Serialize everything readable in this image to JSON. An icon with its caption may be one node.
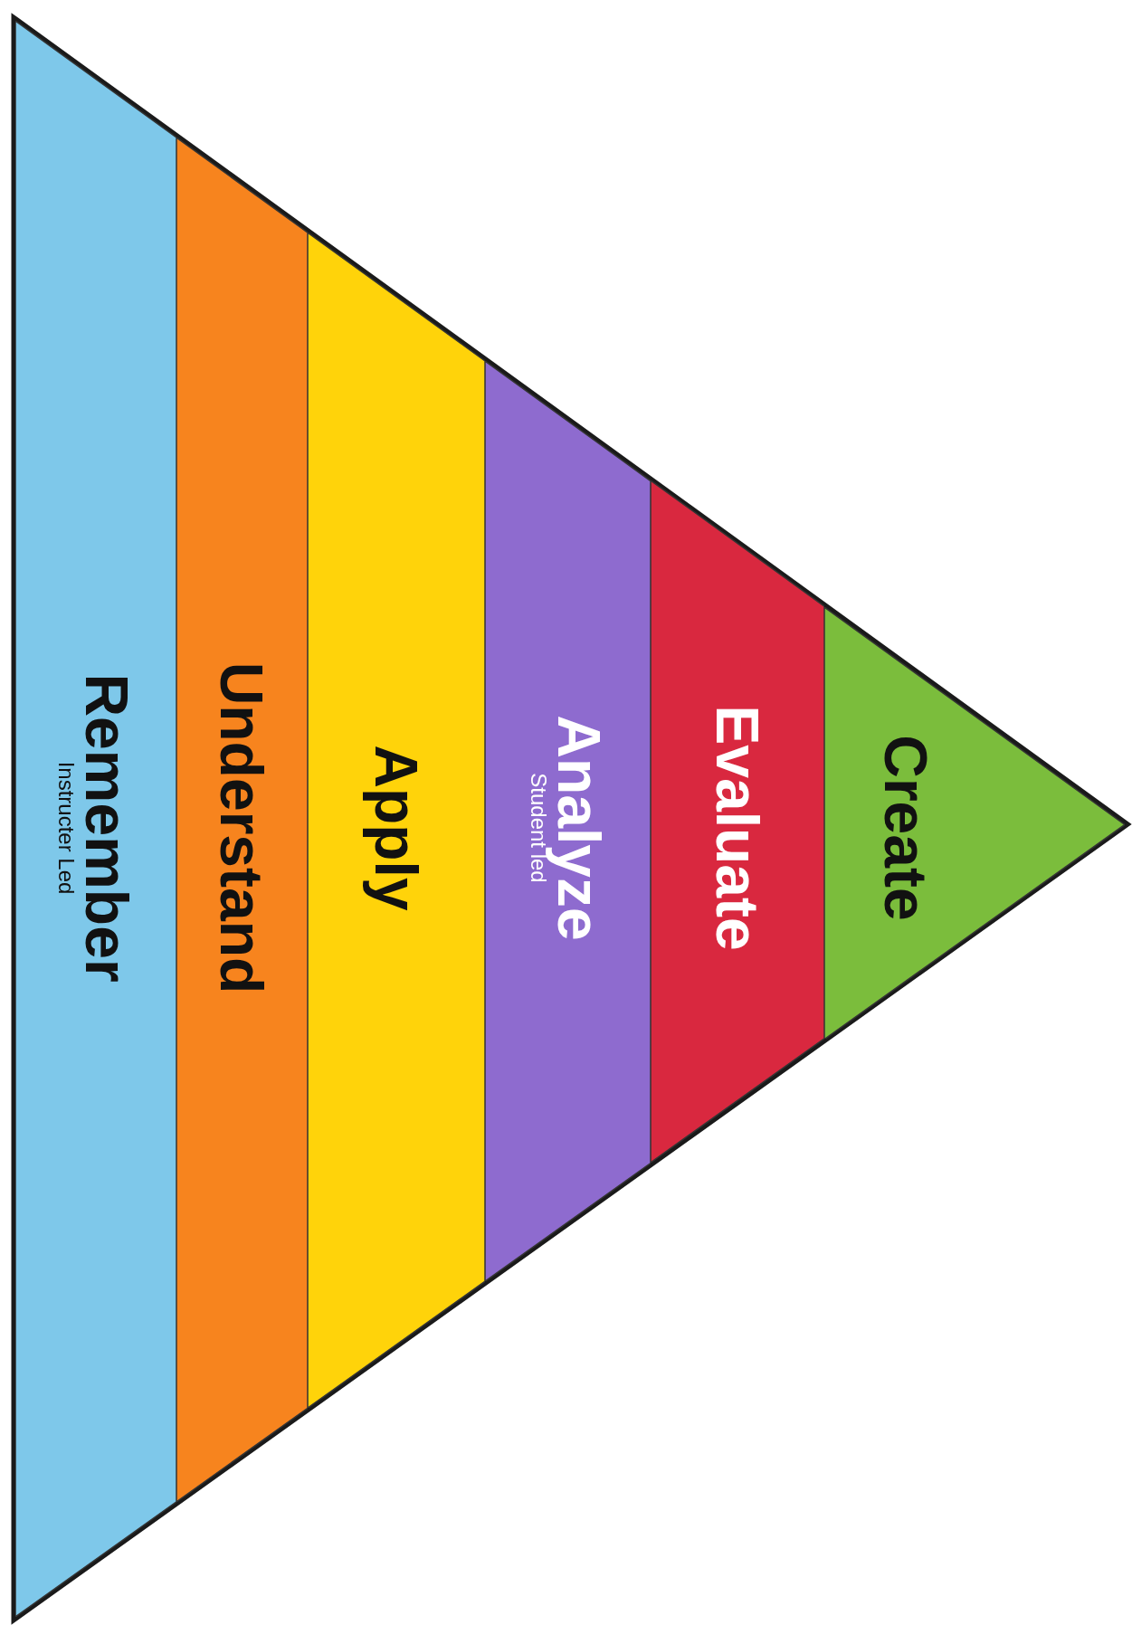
{
  "diagram": {
    "nodes": [
      {
        "text": [
          "Remember",
          "Instructer Led"
        ]
      },
      {
        "text": [
          "Understand"
        ]
      },
      {
        "text": [
          "Apply"
        ]
      },
      {
        "text": [
          "Analyze",
          "Student led"
        ]
      },
      {
        "text": [
          "Evaluate"
        ]
      },
      {
        "text": [
          "Create"
        ]
      }
    ]
  }
}
